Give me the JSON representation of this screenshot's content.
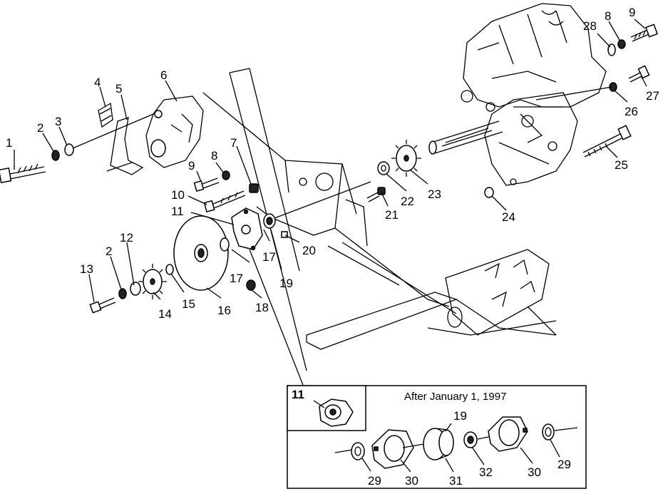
{
  "inset": {
    "caption": "After January 1, 1997",
    "detail_label": "11"
  },
  "callouts": [
    "1",
    "2",
    "3",
    "4",
    "5",
    "6",
    "7",
    "8",
    "9",
    "10",
    "11",
    "12",
    "13",
    "2",
    "14",
    "15",
    "16",
    "17",
    "17",
    "18",
    "19",
    "20",
    "21",
    "22",
    "23",
    "24",
    "25",
    "26",
    "27",
    "28",
    "8",
    "9",
    "29",
    "30",
    "19",
    "31",
    "32",
    "30",
    "29"
  ]
}
